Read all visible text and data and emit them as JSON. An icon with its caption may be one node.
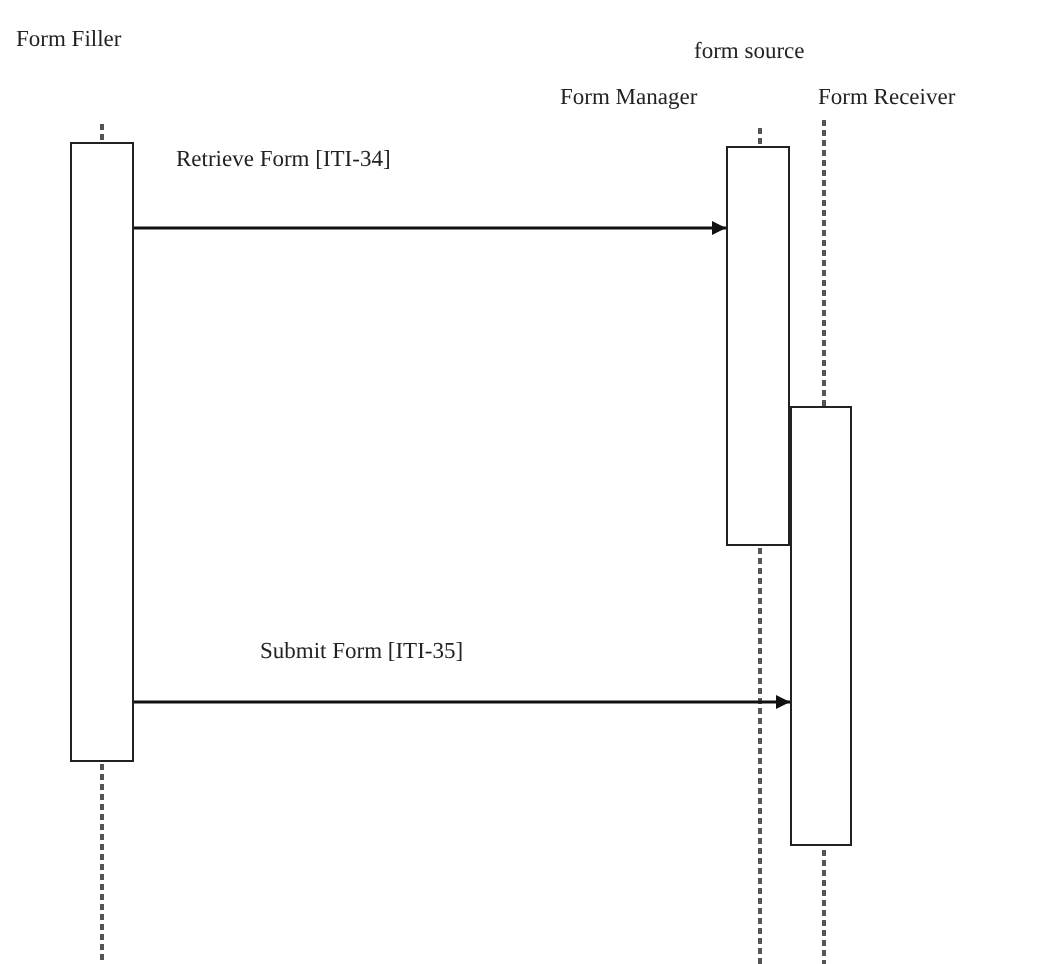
{
  "diagram": {
    "nodes": [
      {
        "text": [],
        "shape": "bar"
      },
      {
        "text": [],
        "shape": "bar"
      },
      {
        "text": [],
        "shape": "bar"
      }
    ],
    "edges": [
      {
        "from": 0,
        "to": 1,
        "arrow": "to",
        "label": "Retrieve Form [ITI-34]"
      },
      {
        "from": 0,
        "to": 2,
        "arrow": "to",
        "label": "Submit Form [ITI-35]"
      }
    ],
    "labels": [
      "Form Filler",
      "form source",
      "Form Manager",
      "Form Receiver"
    ]
  }
}
